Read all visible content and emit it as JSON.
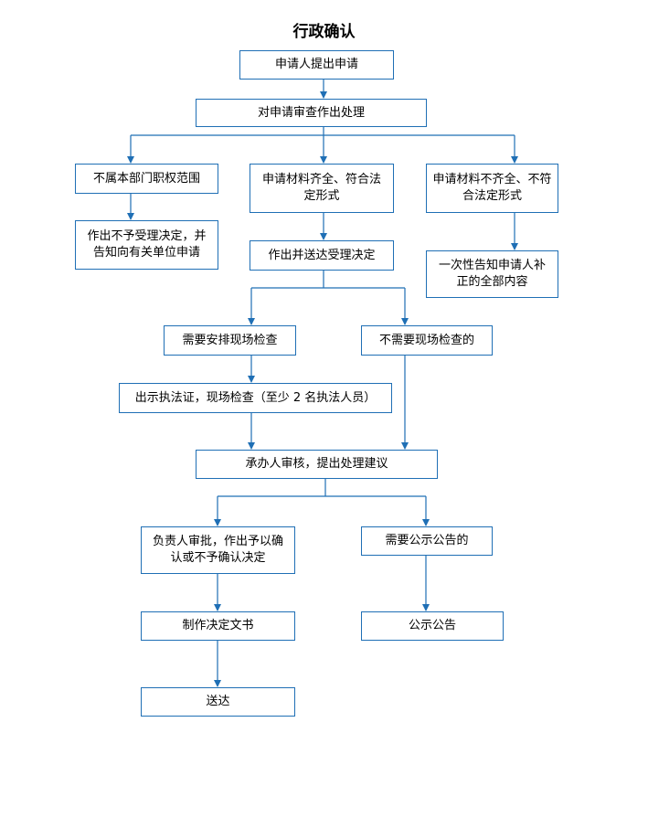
{
  "title": "行政确认",
  "colors": {
    "line": "#1f6fb5",
    "border": "#1f6fb5"
  },
  "nodes": {
    "apply": "申请人提出申请",
    "review": "对申请审查作出处理",
    "not_in_scope": "不属本部门职权范围",
    "reject_inform": "作出不予受理决定，并告知向有关单位申请",
    "complete": "申请材料齐全、符合法定形式",
    "accept": "作出并送达受理决定",
    "incomplete": "申请材料不齐全、不符合法定形式",
    "inform_once": "一次性告知申请人补正的全部内容",
    "need_inspection": "需要安排现场检查",
    "no_inspection": "不需要现场检查的",
    "inspection": "出示执法证，现场检查（至少 2 名执法人员）",
    "handler_review": "承办人审核，提出处理建议",
    "approve": "负责人审批，作出予以确认或不予确认决定",
    "need_publicity": "需要公示公告的",
    "make_document": "制作决定文书",
    "publicity": "公示公告",
    "deliver": "送达"
  }
}
